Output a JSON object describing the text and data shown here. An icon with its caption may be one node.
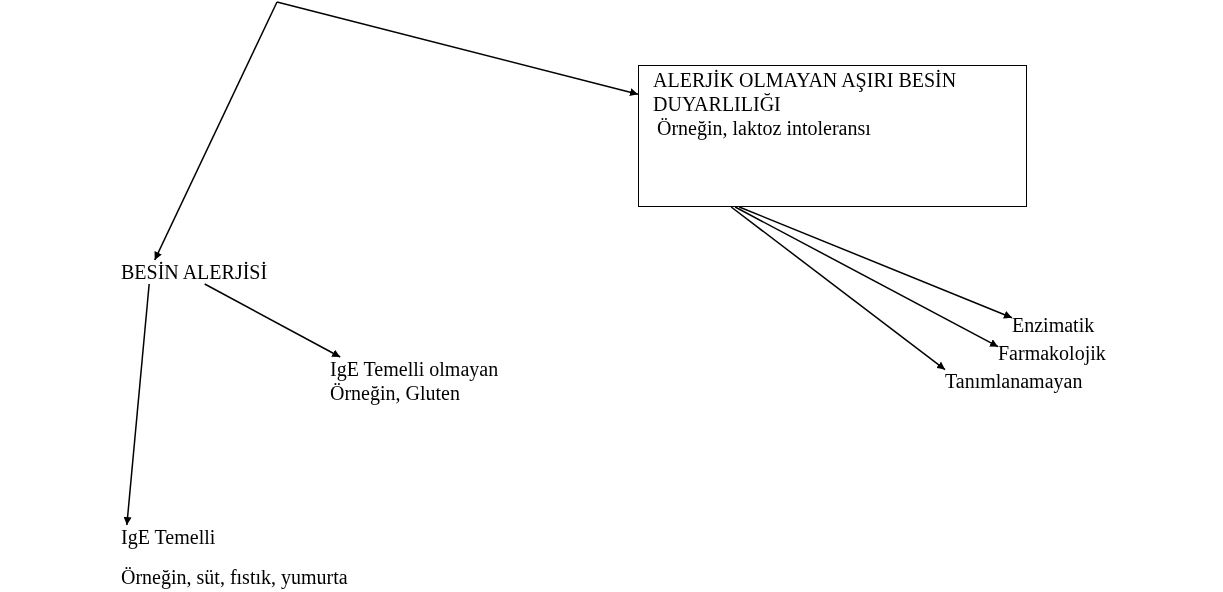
{
  "diagram": {
    "nodes": [
      {
        "text": [
          "BESİN ALERJİSİ"
        ]
      },
      {
        "text": [
          "ALERJİK OLMAYAN AŞIRI BESİN DUYARLILIĞI",
          "Örneğin, laktoz intoleransı"
        ]
      },
      {
        "text": [
          "IgE Temelli",
          "Örneğin, süt, fıstık, yumurta"
        ]
      },
      {
        "text": [
          "IgE Temelli olmayan",
          "Örneğin, Gluten"
        ]
      },
      {
        "text": [
          "Enzimatik"
        ]
      },
      {
        "text": [
          "Farmakolojik"
        ]
      },
      {
        "text": [
          "Tanımlanamayan"
        ]
      }
    ],
    "edges": [
      {
        "from": null,
        "to": 0,
        "arrow": "to"
      },
      {
        "from": null,
        "to": 1,
        "arrow": "to"
      },
      {
        "from": 0,
        "to": 2,
        "arrow": "to"
      },
      {
        "from": 0,
        "to": 3,
        "arrow": "to"
      },
      {
        "from": 1,
        "to": 4,
        "arrow": "to"
      },
      {
        "from": 1,
        "to": 5,
        "arrow": "to"
      },
      {
        "from": 1,
        "to": 6,
        "arrow": "to"
      }
    ]
  }
}
